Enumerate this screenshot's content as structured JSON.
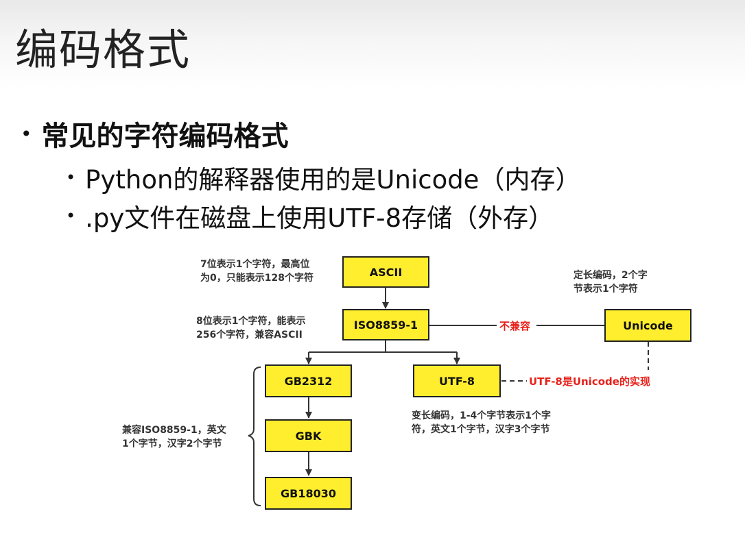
{
  "slide": {
    "title": "编码格式",
    "bullets": [
      "常见的字符编码格式",
      "Python的解释器使用的是Unicode（内存）",
      ".py文件在磁盘上使用UTF-8存储（外存）"
    ]
  },
  "diagram": {
    "nodes": {
      "ascii": "ASCII",
      "iso": "ISO8859-1",
      "unicode": "Unicode",
      "gb2312": "GB2312",
      "utf8": "UTF-8",
      "gbk": "GBK",
      "gb18030": "GB18030"
    },
    "notes": {
      "ascii_l1": "7位表示1个字符，最高位",
      "ascii_l2": "为0，只能表示128个字符",
      "iso_l1": "8位表示1个字符，能表示",
      "iso_l2": "256个字符，兼容ASCII",
      "unicode_l1": "定长编码，2个字",
      "unicode_l2": "节表示1个字符",
      "gb_l1": "兼容ISO8859-1，英文",
      "gb_l2": "1个字节，汉字2个字节",
      "utf8_l1": "变长编码，1-4个字节表示1个字",
      "utf8_l2": "符，英文1个字节，汉字3个字节"
    },
    "labels": {
      "incompatible": "不兼容",
      "utf8_impl": "UTF-8是Unicode的实现"
    },
    "colors": {
      "node_fill": "#ffee2e",
      "highlight_text": "#e8211b"
    }
  }
}
